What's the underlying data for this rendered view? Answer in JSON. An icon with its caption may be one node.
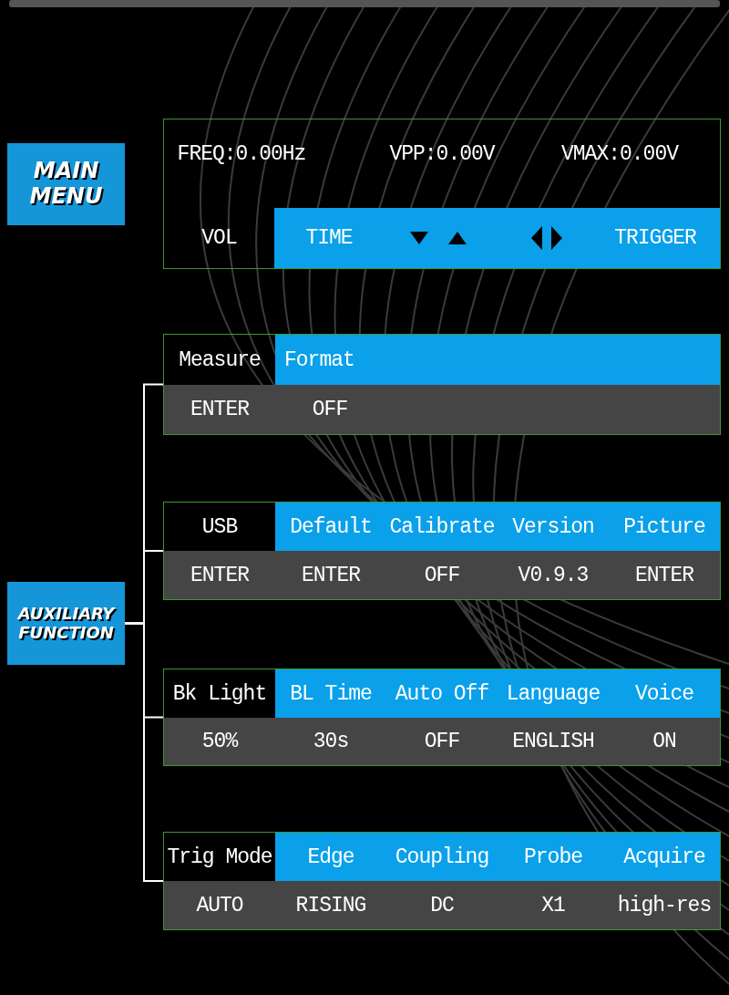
{
  "diagram": {
    "nodes": [
      {
        "text": [
          "MAIN MENU"
        ]
      },
      {
        "text": [
          "FREQ:0.00Hz",
          "VPP:0.00V",
          "VMAX:0.00V",
          "VOL",
          "TIME",
          "TRIGGER"
        ]
      },
      {
        "text": [
          "AUXILIARY FUNCTION"
        ]
      },
      {
        "text": [
          "Measure",
          "Format",
          "ENTER",
          "OFF"
        ]
      },
      {
        "text": [
          "USB",
          "Default",
          "Calibrate",
          "Version",
          "Picture",
          "ENTER",
          "ENTER",
          "OFF",
          "V0.9.3",
          "ENTER"
        ]
      },
      {
        "text": [
          "Bk Light",
          "BL Time",
          "Auto Off",
          "Language",
          "Voice",
          "50%",
          "30s",
          "OFF",
          "ENGLISH",
          "ON"
        ]
      },
      {
        "text": [
          "Trig Mode",
          "Edge",
          "Coupling",
          "Probe",
          "Acquire",
          "AUTO",
          "RISING",
          "DC",
          "X1",
          "high-res"
        ]
      }
    ],
    "edges": [
      {
        "from": 2,
        "to": 3,
        "arrow": "none"
      },
      {
        "from": 2,
        "to": 4,
        "arrow": "none"
      },
      {
        "from": 2,
        "to": 5,
        "arrow": "none"
      },
      {
        "from": 2,
        "to": 6,
        "arrow": "none"
      }
    ]
  }
}
